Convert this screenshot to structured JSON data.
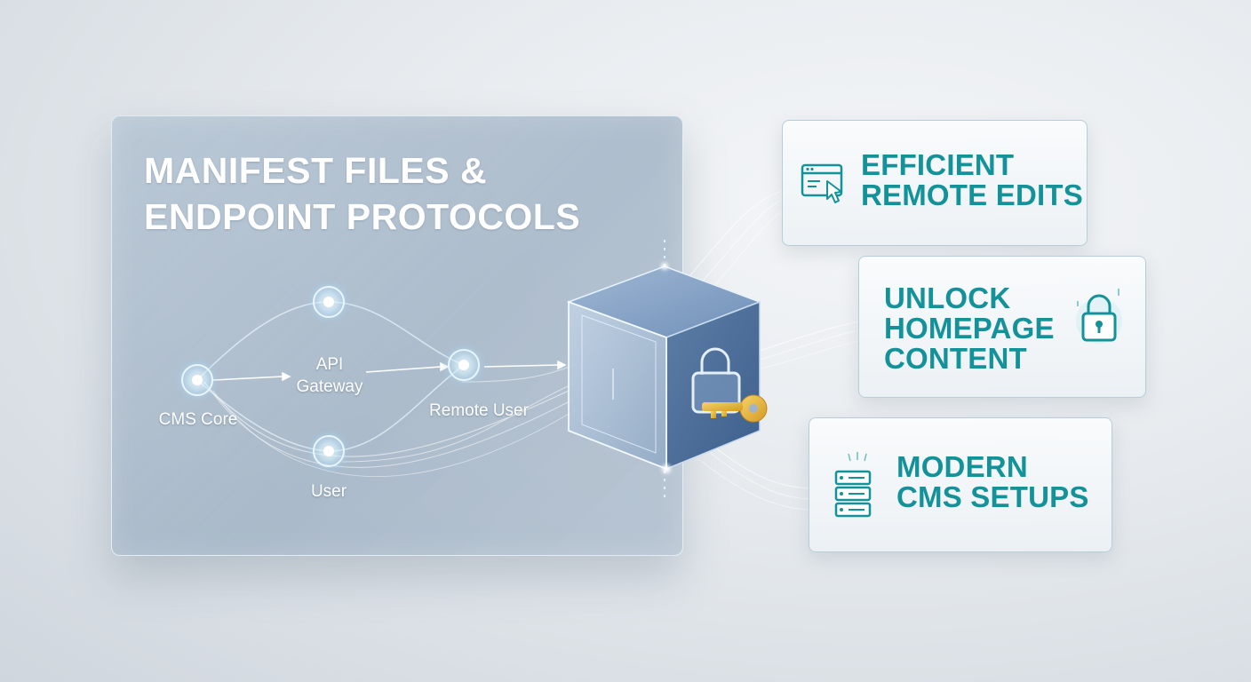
{
  "title": {
    "line1": "MANIFEST FILES &",
    "line2": "ENDPOINT PROTOCOLS"
  },
  "nodes": {
    "cms_core": "CMS Core",
    "api_gateway_line1": "API",
    "api_gateway_line2": "Gateway",
    "remote_user": "Remote User",
    "user": "User"
  },
  "cards": [
    {
      "line1": "EFFICIENT",
      "line2": "REMOTE EDITS",
      "icon": "browser-cursor-icon"
    },
    {
      "line1": "UNLOCK",
      "line2": "HOMEPAGE",
      "line3": "CONTENT",
      "icon": "padlock-icon"
    },
    {
      "line1": "MODERN",
      "line2": "CMS SETUPS",
      "icon": "server-stack-icon"
    }
  ],
  "colors": {
    "accent": "#14929a",
    "node_glow": "#bfe8ff",
    "key_gold": "#e5b53a"
  }
}
